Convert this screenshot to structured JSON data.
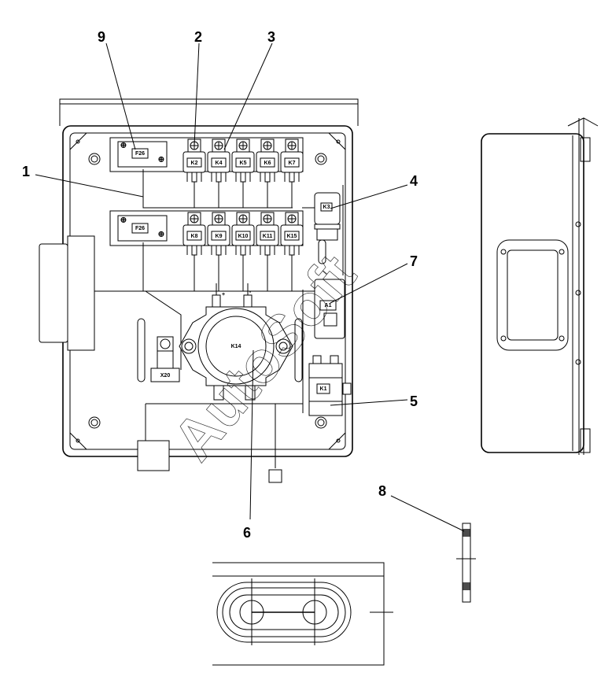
{
  "callouts": {
    "c1": "1",
    "c2": "2",
    "c3": "3",
    "c4": "4",
    "c5": "5",
    "c6": "6",
    "c7": "7",
    "c8": "8",
    "c9": "9"
  },
  "components": {
    "fuse_top": "F26",
    "fuse_bottom": "F26",
    "relays_top": [
      "K2",
      "K4",
      "K5",
      "K6",
      "K7"
    ],
    "relays_bottom": [
      "K8",
      "K9",
      "K10",
      "K11",
      "K15"
    ],
    "k3": "K3",
    "a1": "A1",
    "k14": "K14",
    "x20": "X20",
    "k1": "K1",
    "plus": "+",
    "minus": "-"
  },
  "watermark": "AutoSoft"
}
